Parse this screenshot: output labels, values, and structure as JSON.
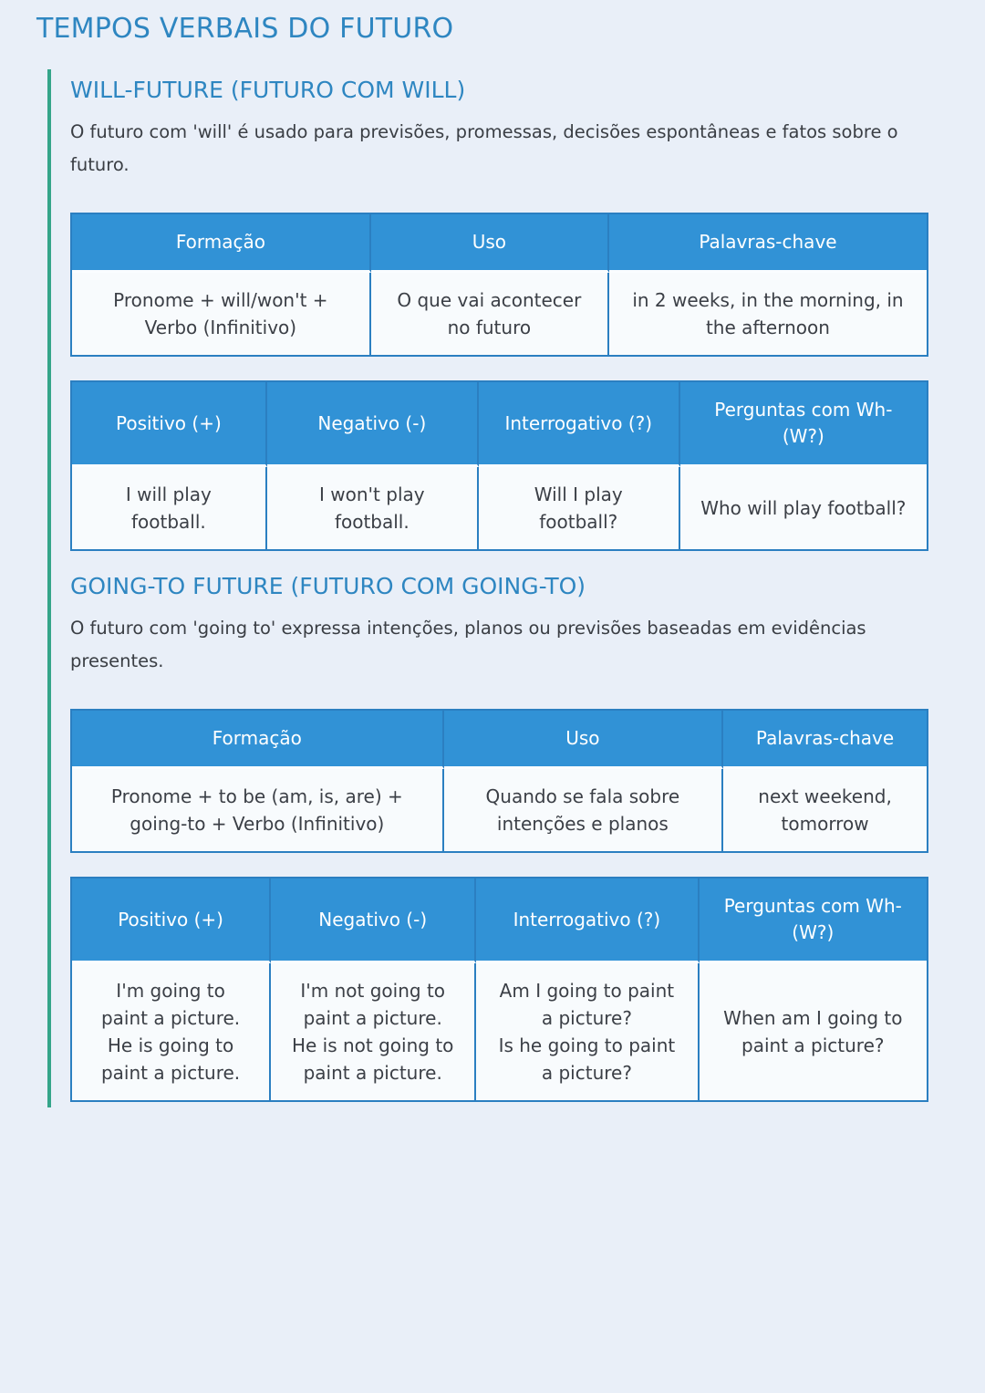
{
  "page": {
    "title": "TEMPOS VERBAIS DO FUTURO"
  },
  "colors": {
    "accent_blue": "#2e86c1",
    "table_header_bg": "#3192d6",
    "table_border": "#2b7fc1",
    "section_border_teal": "#35a58a",
    "page_bg": "#e9eff8",
    "cell_bg": "#f8fbfd",
    "body_text": "#3b3f46"
  },
  "sections": [
    {
      "heading": "WILL-FUTURE (FUTURO COM WILL)",
      "description": "O futuro com 'will' é usado para previsões, promessas, decisões espontâneas e fatos sobre o futuro.",
      "formation_table": {
        "headers": [
          "Formação",
          "Uso",
          "Palavras-chave"
        ],
        "row": [
          "Pronome + will/won't +\nVerbo (Infinitivo)",
          "O que vai acontecer\nno futuro",
          "in 2 weeks, in the morning, in\nthe afternoon"
        ]
      },
      "forms_table": {
        "headers": [
          "Positivo (+)",
          "Negativo (-)",
          "Interrogativo (?)",
          "Perguntas com Wh-\n(W?)"
        ],
        "row": [
          "I will play\nfootball.",
          "I won't play\nfootball.",
          "Will I play\nfootball?",
          "Who will play football?"
        ]
      }
    },
    {
      "heading": "GOING-TO FUTURE (FUTURO COM GOING-TO)",
      "description": "O futuro com 'going to' expressa intenções, planos ou previsões baseadas em evidências presentes.",
      "formation_table": {
        "headers": [
          "Formação",
          "Uso",
          "Palavras-chave"
        ],
        "row": [
          "Pronome + to be (am, is, are) +\ngoing-to + Verbo (Infinitivo)",
          "Quando se fala sobre\nintenções e planos",
          "next weekend,\ntomorrow"
        ]
      },
      "forms_table": {
        "headers": [
          "Positivo (+)",
          "Negativo (-)",
          "Interrogativo (?)",
          "Perguntas com Wh-\n(W?)"
        ],
        "row": [
          "I'm going to\npaint a picture.\nHe is going to\npaint a picture.",
          "I'm not going to\npaint a picture.\nHe is not going to\npaint a picture.",
          "Am I going to paint\na picture?\nIs he going to paint\na picture?",
          "When am I going to\npaint a picture?"
        ]
      }
    }
  ]
}
